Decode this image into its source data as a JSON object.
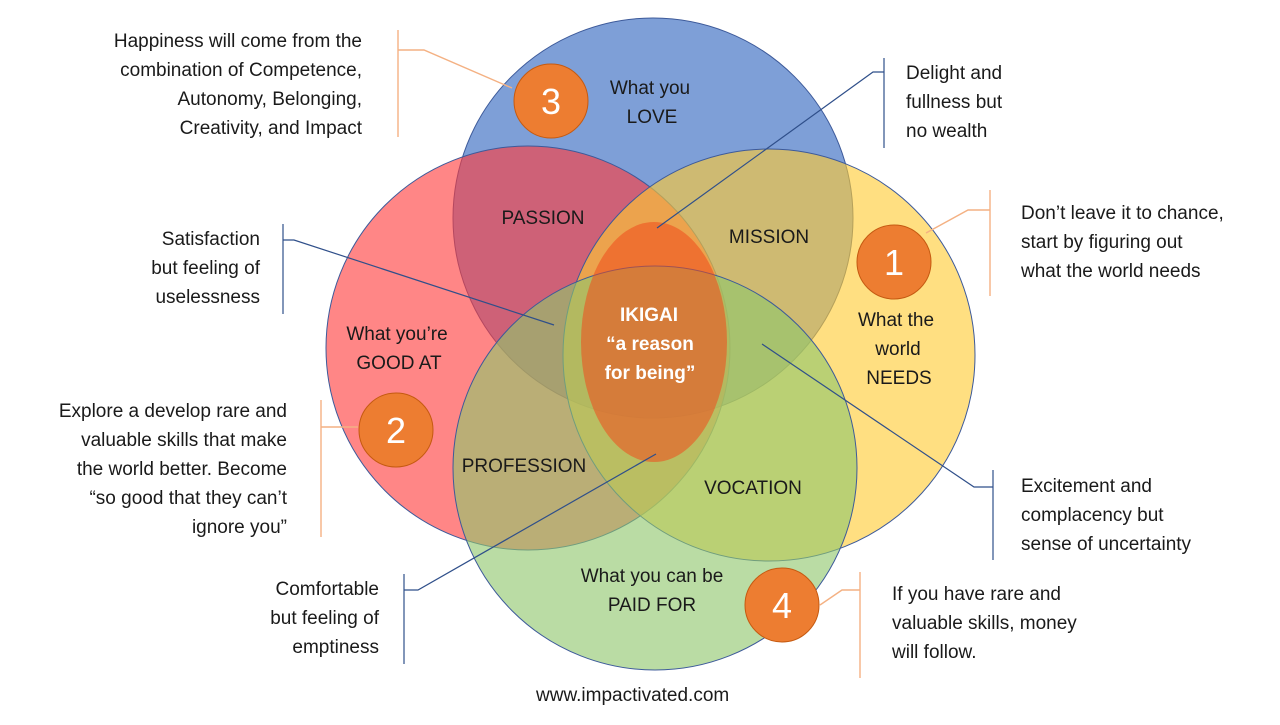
{
  "colors": {
    "love": "#7e9fd7",
    "good_at": "#ff5c5c",
    "needs": "#ffd45c",
    "paid": "#9ccd7e",
    "center": "#e8552a",
    "badge": "#ed7d31",
    "accent_line": "#f4b183",
    "leader_line": "#2f4f8a"
  },
  "circles": {
    "love": {
      "lines": [
        "What you",
        "LOVE"
      ]
    },
    "good_at": {
      "lines": [
        "What you’re",
        "GOOD AT"
      ]
    },
    "needs": {
      "lines": [
        "What the",
        "world",
        "NEEDS"
      ]
    },
    "paid": {
      "lines": [
        "What you can be",
        "PAID FOR"
      ]
    }
  },
  "overlaps": {
    "passion": "PASSION",
    "mission": "MISSION",
    "profession": "PROFESSION",
    "vocation": "VOCATION"
  },
  "center": {
    "lines": [
      "IKIGAI",
      "“a reason",
      "for being”"
    ]
  },
  "badges": [
    "3",
    "1",
    "2",
    "4"
  ],
  "annotations": {
    "top_left": [
      "Happiness will come from the",
      "combination of Competence,",
      "Autonomy, Belonging,",
      "Creativity, and Impact"
    ],
    "top_right": [
      "Delight and",
      "fullness but",
      "no wealth"
    ],
    "right_top": [
      "Don’t leave it to chance,",
      "start by figuring out",
      "what the world needs"
    ],
    "left_mid": [
      "Satisfaction",
      "but feeling of",
      "uselessness"
    ],
    "left_lower": [
      "Explore a develop rare and",
      "valuable skills that make",
      "the world better.  Become",
      "“so good that they can’t",
      "ignore you”"
    ],
    "right_lower": [
      "Excitement and",
      "complacency but",
      "sense of uncertainty"
    ],
    "bottom_left": [
      "Comfortable",
      "but feeling of",
      "emptiness"
    ],
    "bottom_right": [
      "If you have rare and",
      "valuable skills, money",
      "will follow."
    ]
  },
  "footer": "www.impactivated.com"
}
